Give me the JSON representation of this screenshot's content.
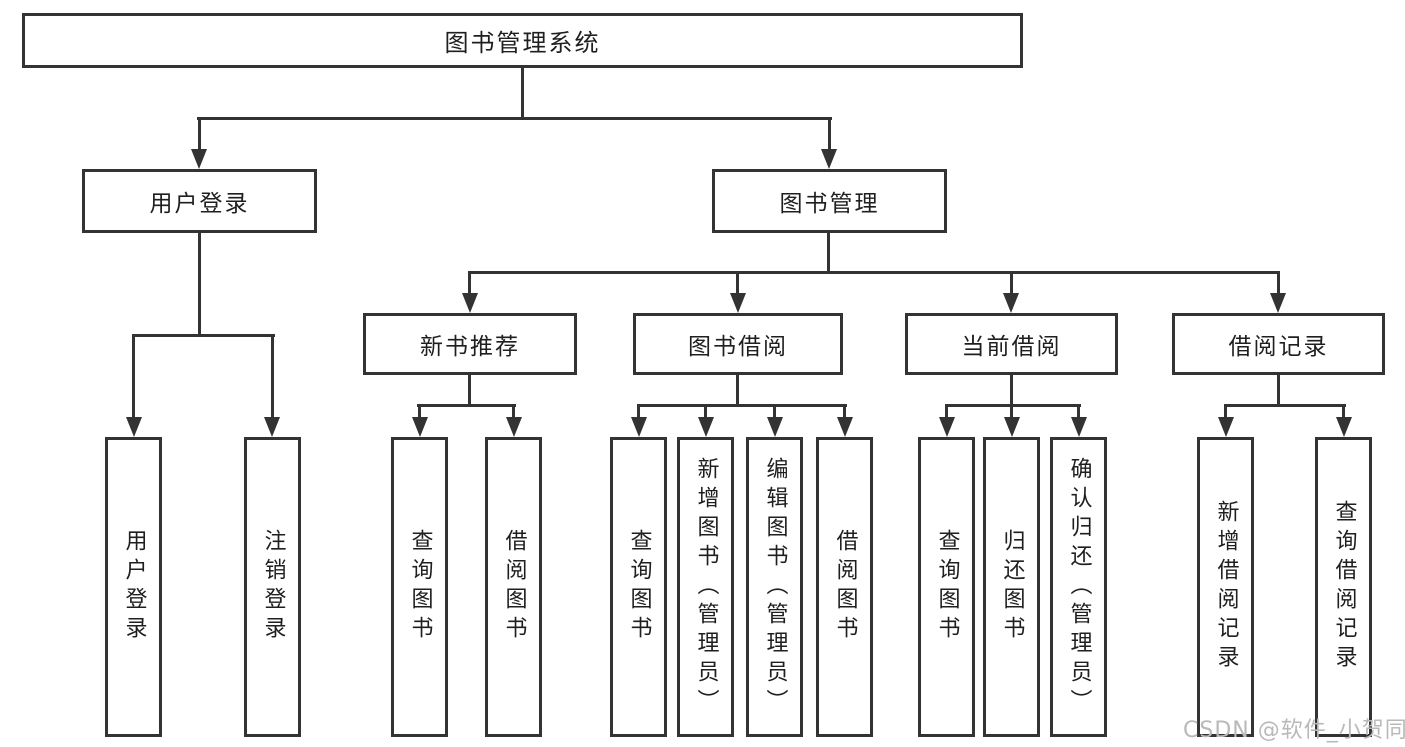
{
  "diagram": {
    "type": "hierarchy-tree",
    "title": "图书管理系统"
  },
  "nodes": {
    "root": {
      "label": "图书管理系统"
    },
    "level2": [
      {
        "id": "user-login",
        "label": "用户登录"
      },
      {
        "id": "book-management",
        "label": "图书管理"
      }
    ],
    "level3": [
      {
        "id": "new-book-recommend",
        "label": "新书推荐"
      },
      {
        "id": "book-borrow",
        "label": "图书借阅"
      },
      {
        "id": "current-borrow",
        "label": "当前借阅"
      },
      {
        "id": "borrow-records",
        "label": "借阅记录"
      }
    ],
    "leaves": {
      "user_login": [
        {
          "label": "用户登录"
        },
        {
          "label": "注销登录"
        }
      ],
      "new_book_recommend": [
        {
          "label": "查询图书"
        },
        {
          "label": "借阅图书"
        }
      ],
      "book_borrow": [
        {
          "label": "查询图书"
        },
        {
          "label": "新增图书（管理员）"
        },
        {
          "label": "编辑图书（管理员）"
        },
        {
          "label": "借阅图书"
        }
      ],
      "current_borrow": [
        {
          "label": "查询图书"
        },
        {
          "label": "归还图书"
        },
        {
          "label": "确认归还（管理员）"
        }
      ],
      "borrow_records": [
        {
          "label": "新增借阅记录"
        },
        {
          "label": "查询借阅记录"
        }
      ]
    }
  },
  "watermark": "CSDN @软件_小贺同学",
  "colors": {
    "line": "#333333",
    "text": "#1f1f1f",
    "watermark": "#b9b9b9",
    "background": "#ffffff",
    "node_fill": "#ffffff"
  }
}
